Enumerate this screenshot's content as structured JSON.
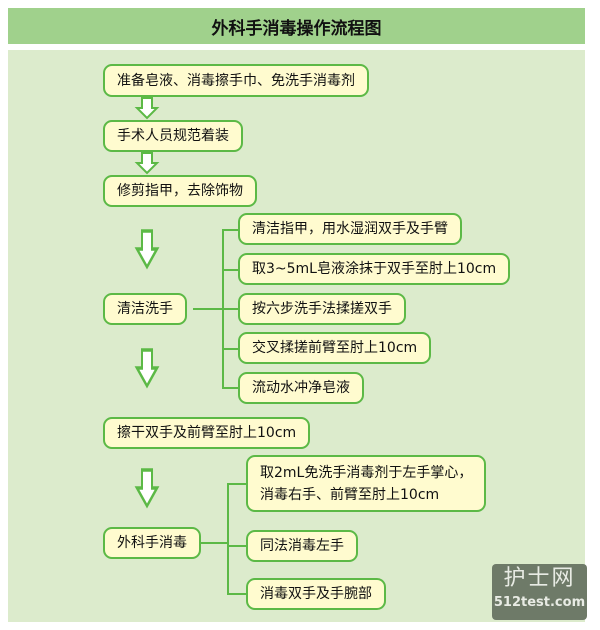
{
  "title": "外科手消毒操作流程图",
  "steps": {
    "s1": "准备皂液、消毒擦手巾、免洗手消毒剂",
    "s2": "手术人员规范着装",
    "s3": "修剪指甲，去除饰物",
    "s4": "清洁洗手",
    "s4_sub": [
      "清洁指甲，用水湿润双手及手臂",
      "取3~5mL皂液涂抹于双手至肘上10cm",
      "按六步洗手法揉搓双手",
      "交叉揉搓前臂至肘上10cm",
      "流动水冲净皂液"
    ],
    "s5": "擦干双手及前臂至肘上10cm",
    "s6": "外科手消毒",
    "s6_sub": [
      "取2mL免洗手消毒剂于左手掌心，",
      "消毒右手、前臂至肘上10cm",
      "同法消毒左手",
      "消毒双手及手腕部"
    ]
  },
  "watermark": {
    "logo": "护士网",
    "site": "512test.com"
  },
  "colors": {
    "header": "#a0d18c",
    "panel": "#dcebcc",
    "box": "#fffbcf",
    "border": "#5cb946"
  }
}
